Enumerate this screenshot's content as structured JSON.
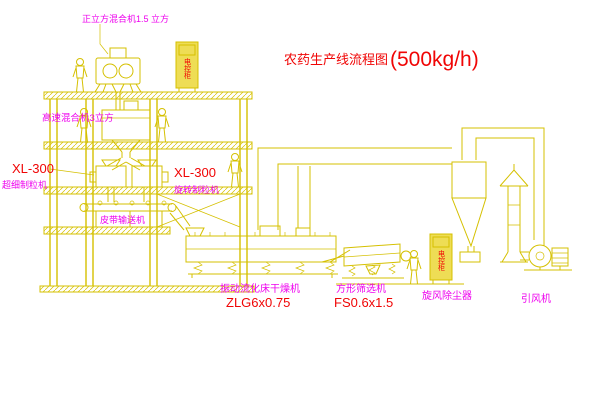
{
  "diagram": {
    "title": "农药生产线流程图",
    "capacity": "(500kg/h)"
  },
  "labels": {
    "cube_mixer": "正立方混合机1.5 立方",
    "high_speed_mixer": "高速混合机3立方",
    "granulator_left_model": "XL-300",
    "granulator_left_name": "超细制粒机",
    "granulator_mid_model": "XL-300",
    "granulator_mid_name": "旋转制粒机",
    "belt_conveyor": "皮带输送机",
    "dryer_name": "振动流化床干燥机",
    "dryer_model": "ZLG6x0.75",
    "sieve_name": "方形筛选机",
    "sieve_model": "FS0.6x1.5",
    "cyclone_name": "旋风除尘器",
    "fan_name": "引风机",
    "control_cabinet": "电控柜"
  },
  "colors": {
    "line": "#d5c000",
    "red": "#f00505",
    "magenta": "#ee00ee",
    "cabinet_fill": "#eedd55"
  }
}
